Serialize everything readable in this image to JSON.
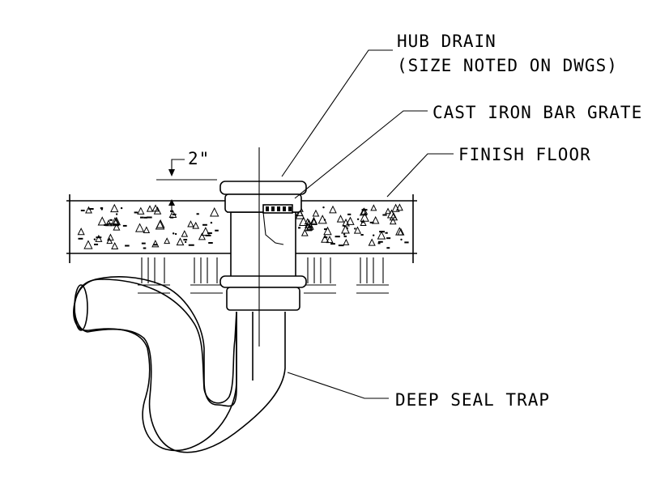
{
  "labels": {
    "hub_drain": "HUB DRAIN",
    "size_note": "(SIZE NOTED ON DWGS)",
    "grate": "CAST IRON BAR GRATE",
    "finish_floor": "FINISH FLOOR",
    "dimension": "2\"",
    "trap": "DEEP SEAL TRAP"
  },
  "colors": {
    "line": "#000000",
    "background": "#ffffff"
  }
}
